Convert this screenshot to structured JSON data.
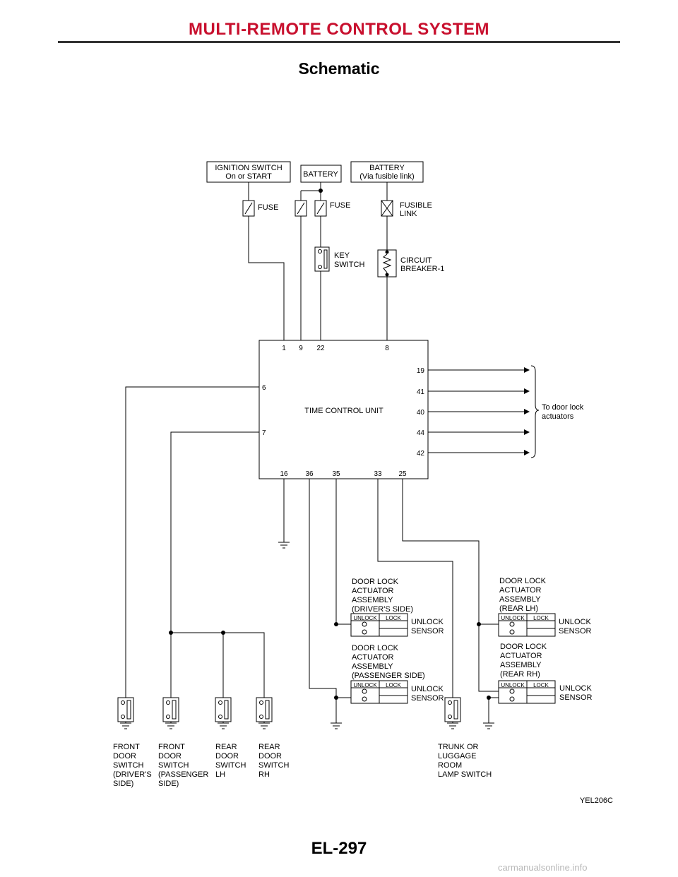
{
  "header": {
    "title": "MULTI-REMOTE CONTROL SYSTEM"
  },
  "page": {
    "title": "Schematic",
    "number": "EL-297",
    "figure_code": "YEL206C",
    "watermark": "carmanualsonline.info"
  },
  "power": {
    "ignition": [
      "IGNITION SWITCH",
      "On or START"
    ],
    "battery": "BATTERY",
    "battery_fusible": [
      "BATTERY",
      "(Via fusible link)"
    ],
    "fuse1": "FUSE",
    "fuse2": "FUSE",
    "fusible_link": [
      "FUSIBLE",
      "LINK"
    ],
    "key_switch": [
      "KEY",
      "SWITCH"
    ],
    "circuit_breaker": [
      "CIRCUIT",
      "BREAKER-1"
    ]
  },
  "tcu": {
    "name": "TIME CONTROL UNIT",
    "top_pins": [
      "1",
      "9",
      "22",
      "8"
    ],
    "left_pins": [
      "6",
      "7"
    ],
    "right_pins": [
      "19",
      "41",
      "40",
      "44",
      "42"
    ],
    "bottom_pins": [
      "16",
      "36",
      "35",
      "33",
      "25"
    ],
    "actuator_note": [
      "To door lock",
      "actuators"
    ]
  },
  "actuators": {
    "driver": [
      "DOOR LOCK",
      "ACTUATOR",
      "ASSEMBLY",
      "(DRIVER'S SIDE)"
    ],
    "passenger": [
      "DOOR LOCK",
      "ACTUATOR",
      "ASSEMBLY",
      "(PASSENGER SIDE)"
    ],
    "rear_lh": [
      "DOOR LOCK",
      "ACTUATOR",
      "ASSEMBLY",
      "(REAR LH)"
    ],
    "rear_rh": [
      "DOOR LOCK",
      "ACTUATOR",
      "ASSEMBLY",
      "(REAR RH)"
    ],
    "unlock": "UNLOCK",
    "lock": "LOCK",
    "sensor": [
      "UNLOCK",
      "SENSOR"
    ]
  },
  "switches": {
    "front_driver": [
      "FRONT",
      "DOOR",
      "SWITCH",
      "(DRIVER'S",
      "SIDE)"
    ],
    "front_passenger": [
      "FRONT",
      "DOOR",
      "SWITCH",
      "(PASSENGER",
      "SIDE)"
    ],
    "rear_lh": [
      "REAR",
      "DOOR",
      "SWITCH",
      "LH"
    ],
    "rear_rh": [
      "REAR",
      "DOOR",
      "SWITCH",
      "RH"
    ],
    "trunk": [
      "TRUNK OR",
      "LUGGAGE",
      "ROOM",
      "LAMP SWITCH"
    ]
  }
}
